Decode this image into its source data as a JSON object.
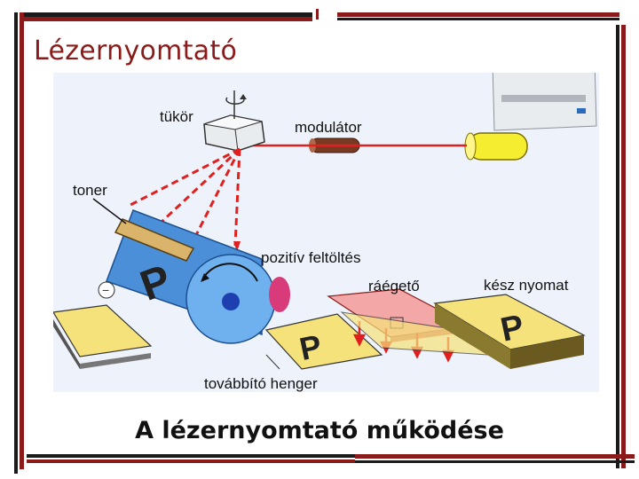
{
  "slide": {
    "title": "Lézernyomtató",
    "caption": "A lézernyomtató működése"
  },
  "diagram": {
    "labels": {
      "mirror": "tükör",
      "modulator": "modulátor",
      "toner": "toner",
      "charge": "pozitív feltöltés",
      "fuser": "ráégető",
      "output": "kész nyomat",
      "roller": "továbbító henger",
      "drum_letter": "P",
      "minus_sign": "−"
    }
  },
  "colors": {
    "accent": "#8b1a1a",
    "frame_dark": "#1a1a1a",
    "laser": "#e02020",
    "drum": "#4a8fd8",
    "paper": "#f6e27a",
    "fuser": "#f3a7a7",
    "laser_tube": "#f5ee30"
  }
}
